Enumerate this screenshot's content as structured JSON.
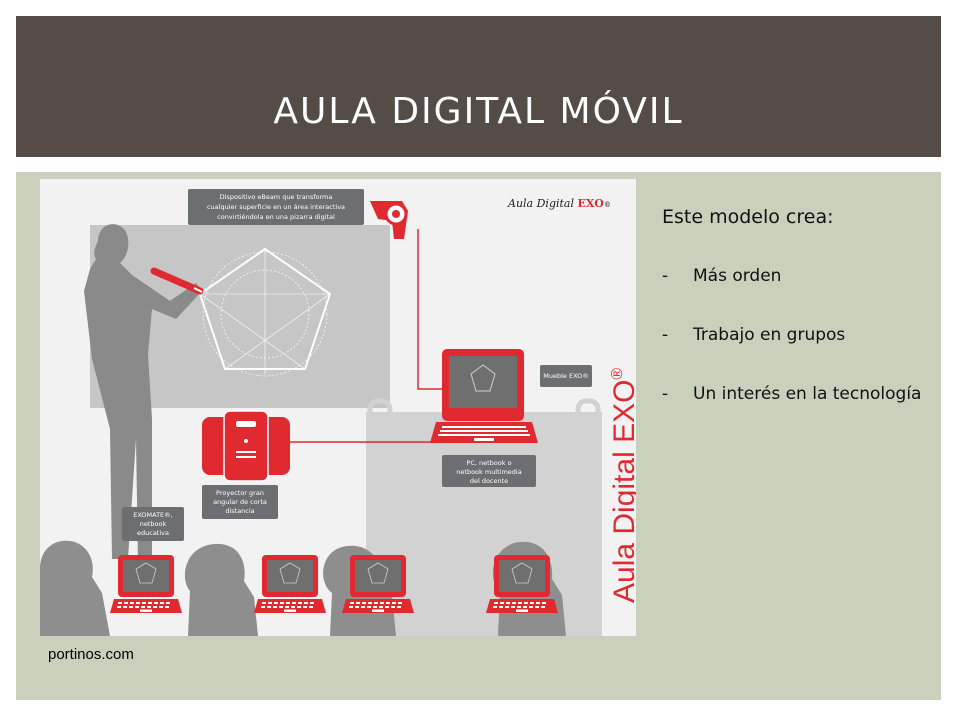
{
  "slide": {
    "title": "AULA DIGITAL MÓVIL",
    "caption": "portinos.com",
    "heading": "Este modelo crea:",
    "bullets": [
      "Más orden",
      "Trabajo en grupos",
      "Un interés en la tecnología"
    ],
    "bullet_marker": "-"
  },
  "figure": {
    "logo_small_prefix": "Aula Digital ",
    "logo_small_brand": "EXO",
    "logo_small_mark": "®",
    "vertical_logo": "Aula Digital EXO",
    "vertical_logo_mark": "®",
    "callouts": {
      "ebeam": [
        "Dispositivo eBeam que transforma",
        "cualquier superficie en un área interactiva",
        "convirtiéndola en una pizarra digital"
      ],
      "mueble": [
        "Mueble EXO®"
      ],
      "pc": [
        "PC, netbook o",
        "netbook multimedia",
        "del docente"
      ],
      "proyector": [
        "Proyector gran",
        "angular de corta",
        "distancia"
      ],
      "exomate": [
        "EXOMATE®,",
        "netbook",
        "educativa"
      ]
    }
  },
  "colors": {
    "header_bg": "#554c48",
    "content_bg": "#cbd0bd",
    "accent_red": "#e02a2f",
    "callout_gray": "#6d6e71"
  },
  "icons": [
    "laptop-icon",
    "projector-icon",
    "ebeam-device-icon",
    "pen-icon"
  ]
}
